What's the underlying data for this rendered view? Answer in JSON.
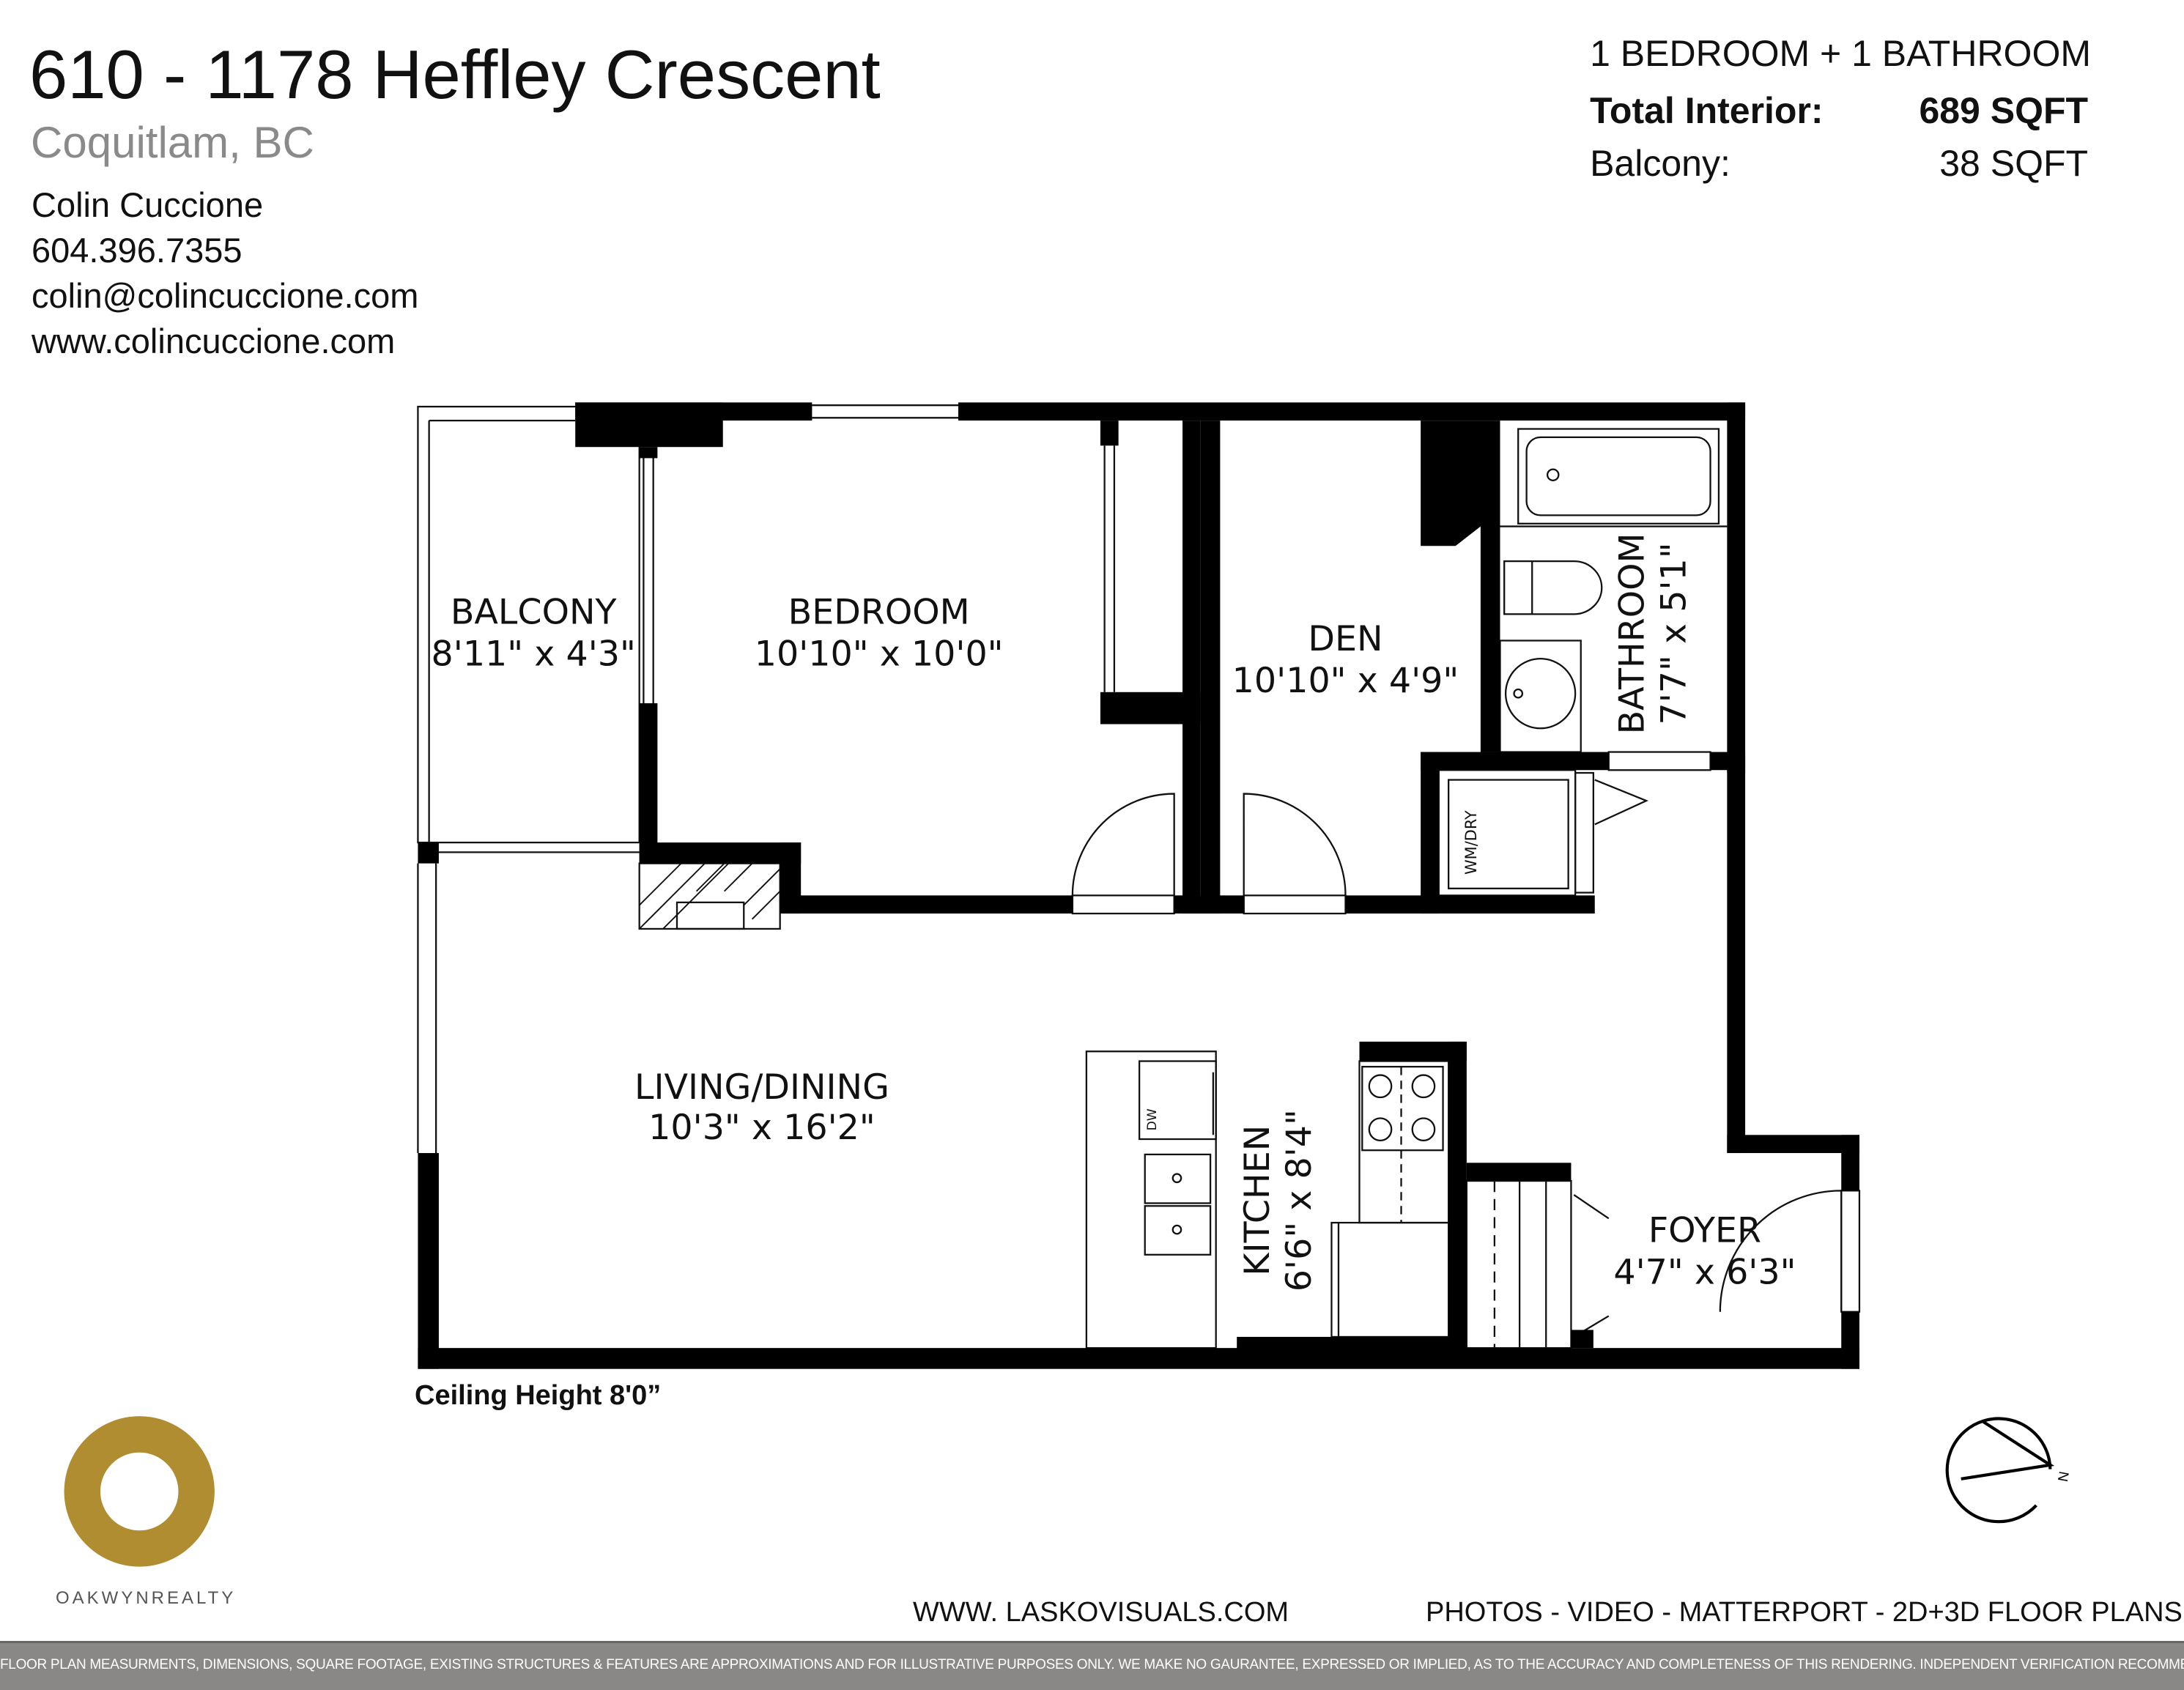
{
  "header": {
    "title": "610 - 1178 Heffley Crescent",
    "city": "Coquitlam, BC",
    "agent_name": "Colin Cuccione",
    "phone": "604.396.7355",
    "email": "colin@colincuccione.com",
    "website": "www.colincuccione.com"
  },
  "specs": {
    "summary": "1 BEDROOM + 1 BATHROOM",
    "interior_label": "Total Interior:",
    "interior_value": "689 SQFT",
    "balcony_label": "Balcony:",
    "balcony_value": "38 SQFT"
  },
  "rooms": {
    "balcony": {
      "name": "BALCONY",
      "size": "8'11\" x 4'3\""
    },
    "bedroom": {
      "name": "BEDROOM",
      "size": "10'10\" x 10'0\""
    },
    "den": {
      "name": "DEN",
      "size": "10'10\" x 4'9\""
    },
    "bathroom": {
      "name": "BATHROOM",
      "size": "7'7\" x 5'1\""
    },
    "living": {
      "name": "LIVING/DINING",
      "size": "10'3\" x 16'2\""
    },
    "kitchen": {
      "name": "KITCHEN",
      "size": "6'6\" x 8'4\""
    },
    "foyer": {
      "name": "FOYER",
      "size": "4'7\" x 6'3\""
    }
  },
  "fixtures": {
    "laundry": "WM/DRY",
    "dishwasher": "DW"
  },
  "compass": {
    "label": "N"
  },
  "ceiling_height": "Ceiling Height 8'0”",
  "logo": {
    "text": "OAKWYNREALTY",
    "color": "#b08d30"
  },
  "footer": {
    "website": "WWW. LASKOVISUALS.COM",
    "services": "PHOTOS - VIDEO - MATTERPORT - 2D+3D FLOOR PLANS",
    "disclaimer": "FLOOR PLAN MEASURMENTS, DIMENSIONS, SQUARE FOOTAGE, EXISTING STRUCTURES & FEATURES ARE APPROXIMATIONS AND FOR ILLUSTRATIVE PURPOSES ONLY. WE MAKE NO GAURANTEE, EXPRESSED OR IMPLIED, AS TO THE ACCURACY AND COMPLETENESS OF THIS RENDERING. INDEPENDENT VERIFICATION RECOMMENDED"
  }
}
